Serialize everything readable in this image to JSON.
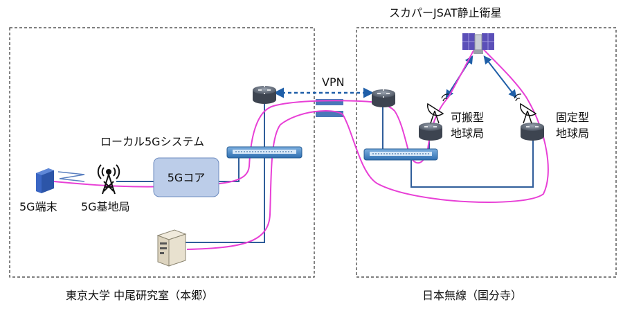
{
  "regions": {
    "left_caption": "東京大学 中尾研究室（本郷）",
    "right_caption": "日本無線（国分寺）"
  },
  "labels": {
    "local5g": "ローカル5Gシステム",
    "core": "5Gコア",
    "terminal": "5G端末",
    "base_station": "5G基地局",
    "vpn": "VPN",
    "satellite": "スカパーJSAT静止衛星",
    "portable_station_1": "可搬型",
    "portable_station_2": "地球局",
    "fixed_station_1": "固定型",
    "fixed_station_2": "地球局"
  },
  "colors": {
    "equipment_blue": "#2f5d9a",
    "traffic_pink": "#e83fd6",
    "core_fill": "#bccde9",
    "terminal_blue": "#3a66c4"
  },
  "icons": {
    "router": "router-icon",
    "switch": "switch-icon",
    "server": "server-icon",
    "antenna": "antenna-tower-icon",
    "dish": "satellite-dish-icon",
    "satellite": "satellite-icon",
    "terminal": "terminal-device-icon"
  }
}
